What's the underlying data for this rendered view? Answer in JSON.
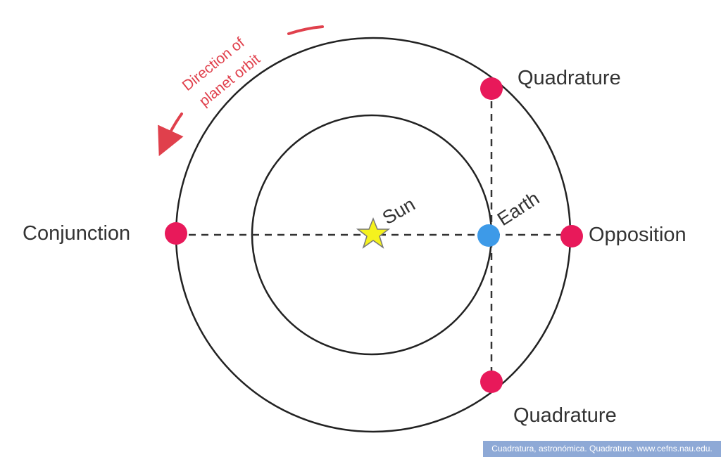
{
  "labels": {
    "sun": "Sun",
    "earth": "Earth",
    "conjunction": "Conjunction",
    "opposition": "Opposition",
    "quadrature_top": "Quadrature",
    "quadrature_bottom": "Quadrature",
    "direction_line1": "Direction of",
    "direction_line2": "planet orbit"
  },
  "caption": "Cuadratura, astronómica. Quadrature. www.cefns.nau.edu.",
  "colors": {
    "planet": "#e8195a",
    "earth": "#3d9ae8",
    "sun": "#f5f21d",
    "direction_arrow": "#e0404c",
    "orbit_line": "#222222",
    "caption_bg": "#8ea9d6"
  },
  "icons": {
    "sun": "star-icon",
    "planets": "circle-dot",
    "direction": "curved-arrow-icon"
  }
}
